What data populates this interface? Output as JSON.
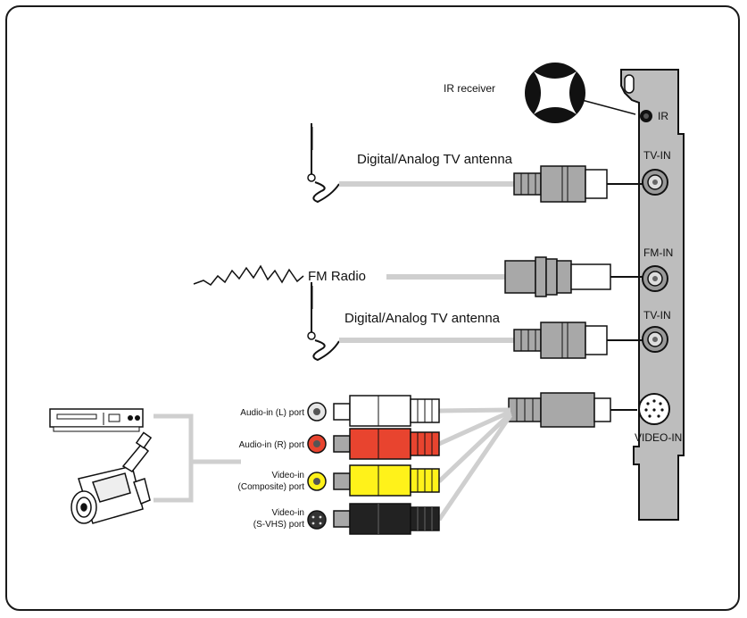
{
  "labels": {
    "ir_receiver": "IR receiver",
    "ir": "IR",
    "tv_in_1": "TV-IN",
    "antenna_1": "Digital/Analog TV antenna",
    "fm_radio": "FM Radio",
    "fm_in": "FM-IN",
    "antenna_2": "Digital/Analog TV antenna",
    "tv_in_2": "TV-IN",
    "video_in": "VIDEO-IN",
    "audio_l": "Audio-in (L) port",
    "audio_r": "Audio-in (R) port",
    "video_comp_1": "Video-in",
    "video_comp_2": "(Composite) port",
    "video_svhs_1": "Video-in",
    "video_svhs_2": "(S-VHS) port"
  },
  "colors": {
    "card": "#bdbdbd",
    "cable": "#cfcfcf",
    "plug_gray": "#a8a8a8",
    "audio_left": "#ffffff",
    "audio_right": "#e8442f",
    "composite": "#fff21a",
    "svhs": "#222222"
  },
  "icons": [
    "ir-receiver-icon",
    "antenna-icon",
    "fm-wave-icon",
    "vcr-icon",
    "camcorder-icon"
  ]
}
